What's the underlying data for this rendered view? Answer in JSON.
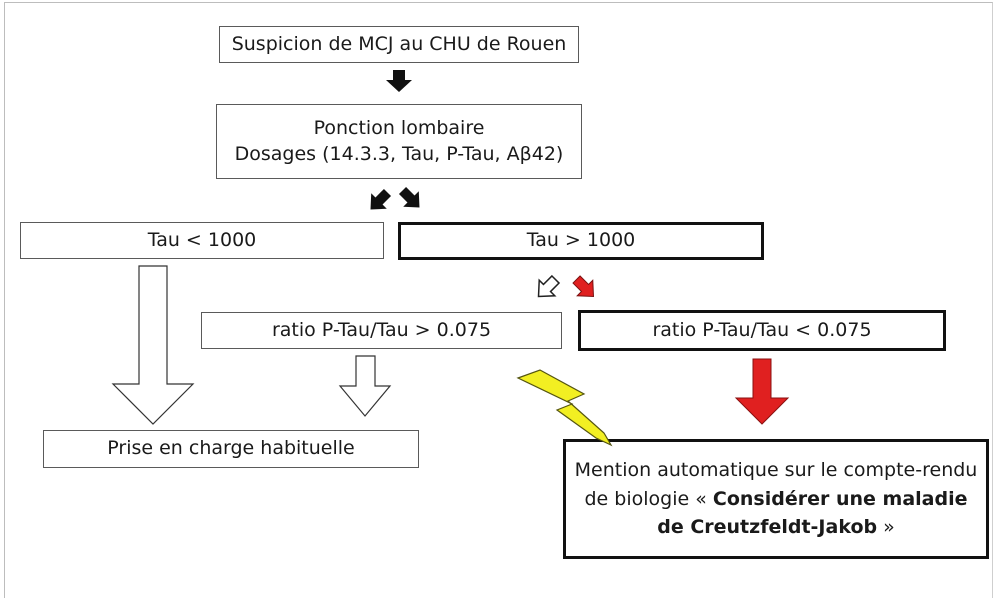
{
  "nodes": {
    "suspicion": "Suspicion de MCJ au CHU de Rouen",
    "lumbar_line1": "Ponction lombaire",
    "lumbar_line2": "Dosages (14.3.3, Tau, P-Tau, Aβ42)",
    "tau_low": "Tau < 1000",
    "tau_high": "Tau > 1000",
    "ratio_high": "ratio P-Tau/Tau > 0.075",
    "ratio_low": "ratio P-Tau/Tau < 0.075",
    "usual_care": "Prise en charge habituelle",
    "final_part1": "Mention automatique sur le compte-rendu de biologie « ",
    "final_bold": "Considérer une maladie de Creutzfeldt-Jakob",
    "final_part2": " »"
  },
  "colors": {
    "red_arrow": "#e02020",
    "lightning": "#f2ef22",
    "black_arrow": "#111111"
  }
}
